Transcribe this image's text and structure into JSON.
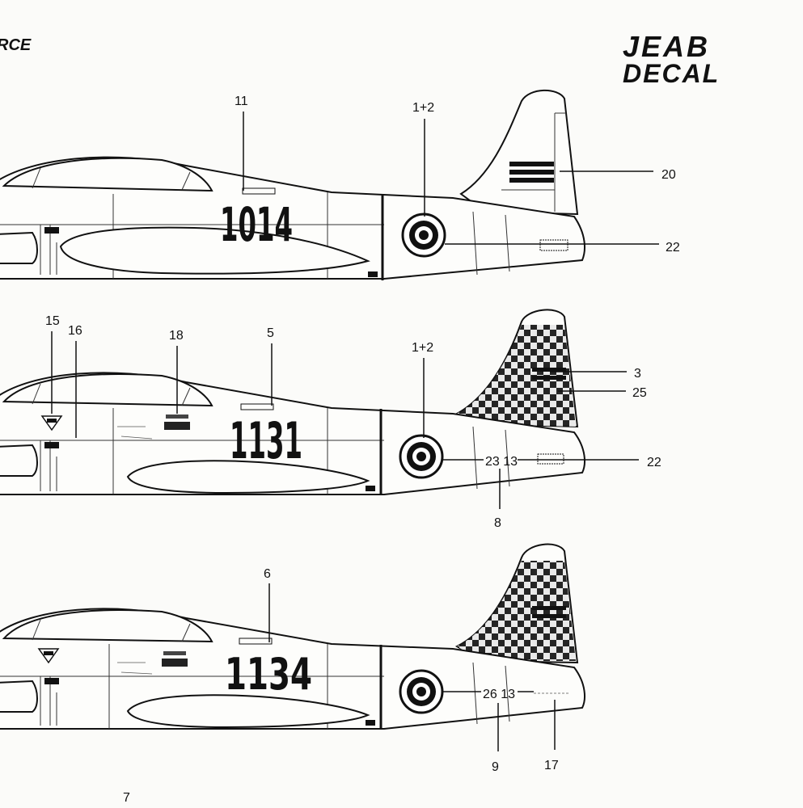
{
  "header": {
    "left_fragment": "RCE",
    "brand_line1": "JEAB",
    "brand_line2": "DECAL"
  },
  "aircraft": [
    {
      "serial": "1014",
      "callouts": [
        "11",
        "1+2",
        "20",
        "22"
      ]
    },
    {
      "serial": "1131",
      "tail_code": "23 13",
      "callouts": [
        "15",
        "16",
        "18",
        "5",
        "1+2",
        "3",
        "25",
        "22",
        "8"
      ]
    },
    {
      "serial": "1134",
      "tail_code": "26 13",
      "callouts": [
        "6",
        "9",
        "17"
      ]
    }
  ],
  "footer": {
    "callout": "7"
  }
}
